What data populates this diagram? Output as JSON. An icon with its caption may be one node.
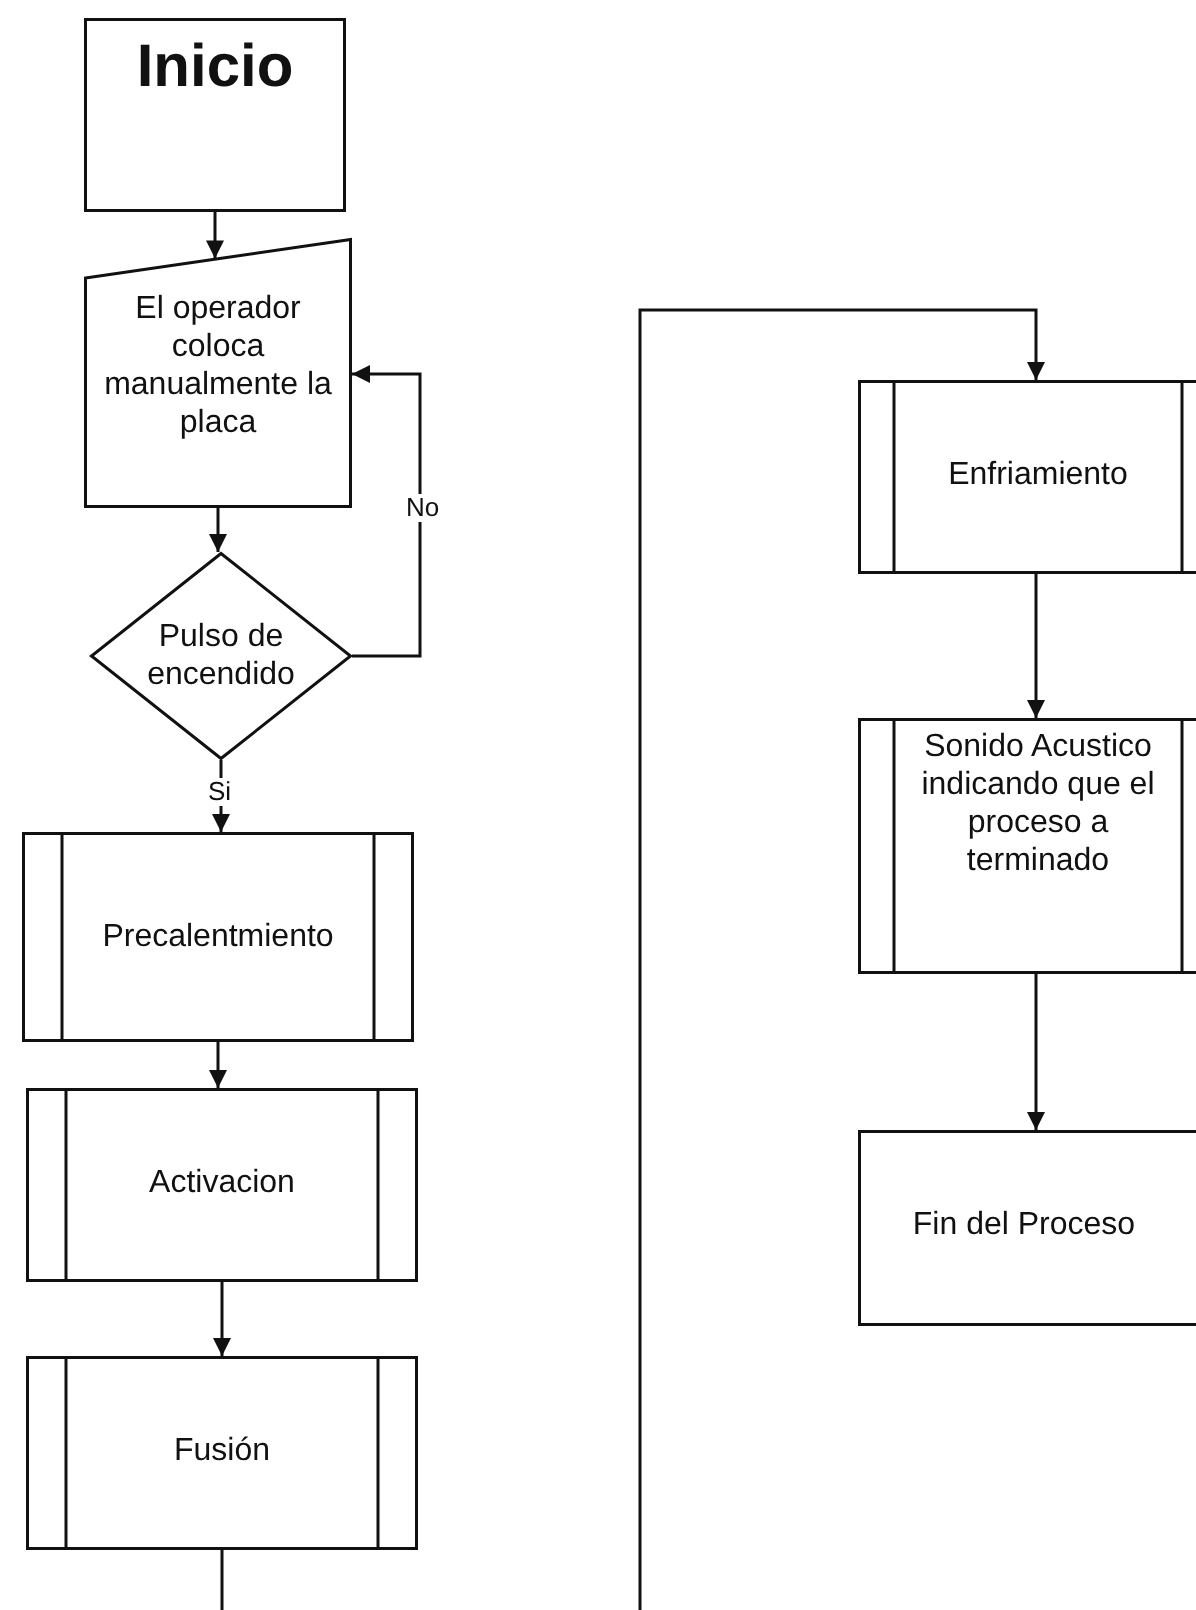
{
  "diagram": {
    "nodes": [
      {
        "text": [
          "Inicio"
        ]
      },
      {
        "text": [
          "El operador coloca manualmente la placa"
        ]
      },
      {
        "text": [
          "Pulso de encendido"
        ]
      },
      {
        "text": [
          "Precalentmiento"
        ]
      },
      {
        "text": [
          "Activacion"
        ]
      },
      {
        "text": [
          "Fusión"
        ]
      },
      {
        "text": [
          "Enfriamiento"
        ]
      },
      {
        "text": [
          "Sonido Acustico indicando que el proceso a terminado"
        ]
      },
      {
        "text": [
          "Fin del Proceso"
        ]
      }
    ],
    "edges": [
      {
        "from": 0,
        "to": 1,
        "arrow": "to"
      },
      {
        "from": 1,
        "to": 2,
        "arrow": "to"
      },
      {
        "from": 2,
        "to": 1,
        "arrow": "to",
        "label": "No"
      },
      {
        "from": 2,
        "to": 3,
        "arrow": "to",
        "label": "Si"
      },
      {
        "from": 3,
        "to": 4,
        "arrow": "to"
      },
      {
        "from": 4,
        "to": 5,
        "arrow": "to"
      },
      {
        "from": 5,
        "to": 6,
        "arrow": "to"
      },
      {
        "from": 6,
        "to": 7,
        "arrow": "to"
      },
      {
        "from": 7,
        "to": 8,
        "arrow": "to"
      }
    ]
  }
}
